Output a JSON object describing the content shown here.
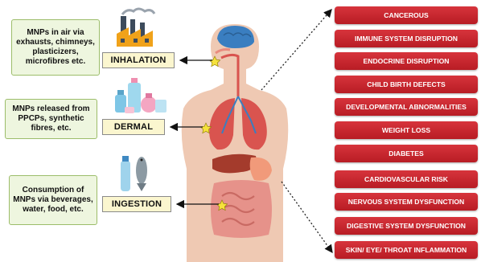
{
  "sources": [
    {
      "text": "MNPs in air via exhausts, chimneys, plasticizers, microfibres etc."
    },
    {
      "text": "MNPs released from PPCPs, synthetic fibres, etc."
    },
    {
      "text": "Consumption of MNPs via beverages, water, food, etc."
    }
  ],
  "routes": [
    {
      "label": "INHALATION"
    },
    {
      "label": "DERMAL"
    },
    {
      "label": "INGESTION"
    }
  ],
  "effects": [
    "CANCEROUS",
    "IMMUNE SYSTEM DISRUPTION",
    "ENDOCRINE DISRUPTION",
    "CHILD BIRTH DEFECTS",
    "DEVELOPMENTAL ABNORMALITIES",
    "WEIGHT LOSS",
    "DIABETES",
    "CARDIOVASCULAR RISK",
    "NERVOUS SYSTEM DYSFUNCTION",
    "DIGESTIVE SYSTEM DYSFUNCTION",
    "SKIN/ EYE/ THROAT INFLAMMATION"
  ],
  "colors": {
    "effect_red": "#c8262e",
    "source_green": "#eef6df",
    "route_yellow": "#fbf6cf",
    "brain_blue": "#3a7ec0",
    "lung_red": "#d9544f",
    "skin": "#efc9b3"
  }
}
